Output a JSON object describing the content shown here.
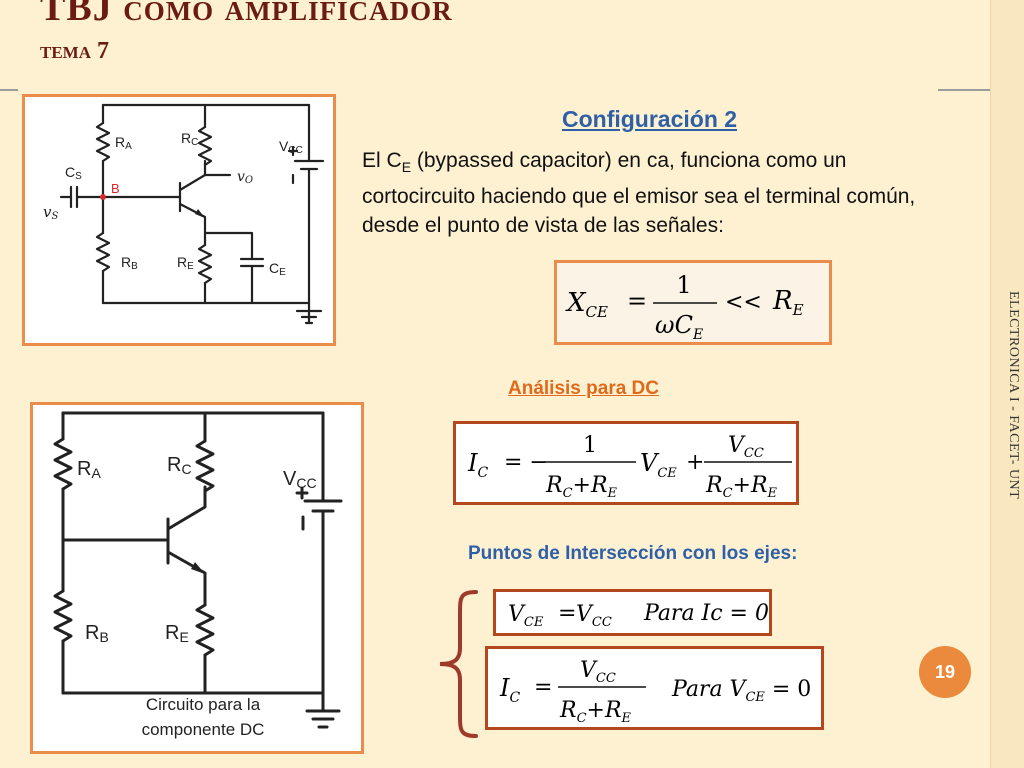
{
  "slide": {
    "title": "TBJ como amplificador",
    "subtitle": "tema 7",
    "vertical_footer": "ELECTRONICA I - FACET- UNT",
    "slide_number": "19"
  },
  "colors": {
    "title": "#6a1c14",
    "accent_orange": "#ea8d4b",
    "heading_blue": "#2e5fa7",
    "heading_orange": "#e06a1b",
    "box_border_dark": "#b3471e",
    "badge": "#eb8a3c",
    "background": "#fdf1d2"
  },
  "circuit_top": {
    "labels": {
      "ra": "R",
      "ra_sub": "A",
      "rc": "R",
      "rc_sub": "C",
      "vcc": "V",
      "vcc_sub": "CC",
      "cs": "C",
      "cs_sub": "S",
      "b": "B",
      "vo": "v",
      "vo_sub": "O",
      "vs": "v",
      "vs_sub": "S",
      "rb": "R",
      "rb_sub": "B",
      "re": "R",
      "re_sub": "E",
      "ce": "C",
      "ce_sub": "E"
    }
  },
  "circuit_dc": {
    "labels": {
      "ra": "R",
      "ra_sub": "A",
      "rc": "R",
      "rc_sub": "C",
      "vcc": "V",
      "vcc_sub": "CC",
      "rb": "R",
      "rb_sub": "B",
      "re": "R",
      "re_sub": "E"
    },
    "caption_line1": "Circuito para la",
    "caption_line2": "componente DC"
  },
  "config": {
    "heading": "Configuración 2",
    "text_part1": "El C",
    "text_sub": "E",
    "text_part2": " (bypassed capacitor) en ca, funciona como un cortocircuito haciendo que el emisor sea el terminal común, desde el punto de vista de las señales:"
  },
  "eq_xce": {
    "x": "X",
    "x_sub": "CE",
    "equals": "=",
    "num": "1",
    "omega": "ω",
    "c": "C",
    "c_sub": "E",
    "ll": "<<",
    "r": "R",
    "r_sub": "E"
  },
  "dc_analysis": {
    "heading": "Análisis para DC",
    "i": "I",
    "i_sub": "C",
    "eq_minus": "= −",
    "num1": "1",
    "rc": "R",
    "rc_sub": "C",
    "plus": "+",
    "re": "R",
    "re_sub": "E",
    "v": "V",
    "v_sub": "CE",
    "num2": "V",
    "num2_sub": "CC"
  },
  "intersections": {
    "heading": "Puntos de Intersección con los ejes:",
    "eq_a": {
      "v": "V",
      "v_sub": "CE",
      "eq": "=",
      "vcc": "V",
      "vcc_sub": "CC",
      "cond": "Para Ic = 0"
    },
    "eq_b": {
      "i": "I",
      "i_sub": "C",
      "eq": "=",
      "num": "V",
      "num_sub": "CC",
      "rc": "R",
      "rc_sub": "C",
      "plus": "+",
      "re": "R",
      "re_sub": "E",
      "cond": "Para V",
      "cond_sub": "CE",
      "cond_tail": " = 0"
    }
  }
}
